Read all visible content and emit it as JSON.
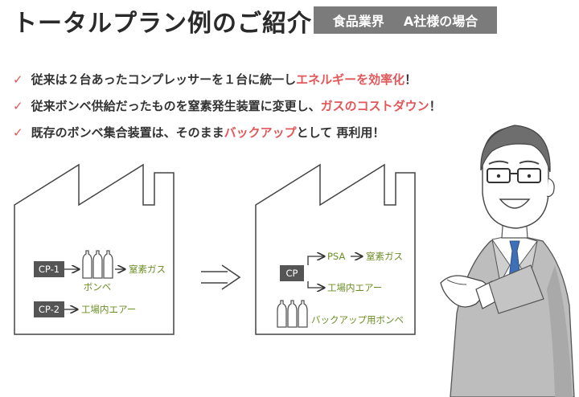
{
  "header": {
    "title": "トータルプラン例のご紹介",
    "case_industry": "食品業界",
    "case_customer": "A社様の場合"
  },
  "bullets": [
    {
      "check": "✓",
      "text": "従来は２台あったコンプレッサーを１台に統一し",
      "highlight": "エネルギーを効率化",
      "suffix": "！"
    },
    {
      "check": "✓",
      "text": "従来ボンベ供給だったものを窒素発生装置に変更し、",
      "highlight": "ガスのコストダウン",
      "suffix": "！"
    },
    {
      "check": "✓",
      "text": "既存のボンベ集合装置は、そのまま",
      "highlight": "バックアップ",
      "suffix": "として 再利用！"
    }
  ],
  "before": {
    "cp1": "CP-1",
    "cp1_output": "窒素ガス",
    "cylinder_label": "ボンベ",
    "cp2": "CP-2",
    "cp2_output": "工場内エアー"
  },
  "after": {
    "cp": "CP",
    "psa": "PSA",
    "psa_output": "窒素ガス",
    "air_output": "工場内エアー",
    "backup_label": "バックアップ用ボンベ"
  },
  "colors": {
    "accent": "#e2575a",
    "green_label": "#6b8e23",
    "cp_box": "#555555",
    "badge": "#7b7b7b"
  }
}
